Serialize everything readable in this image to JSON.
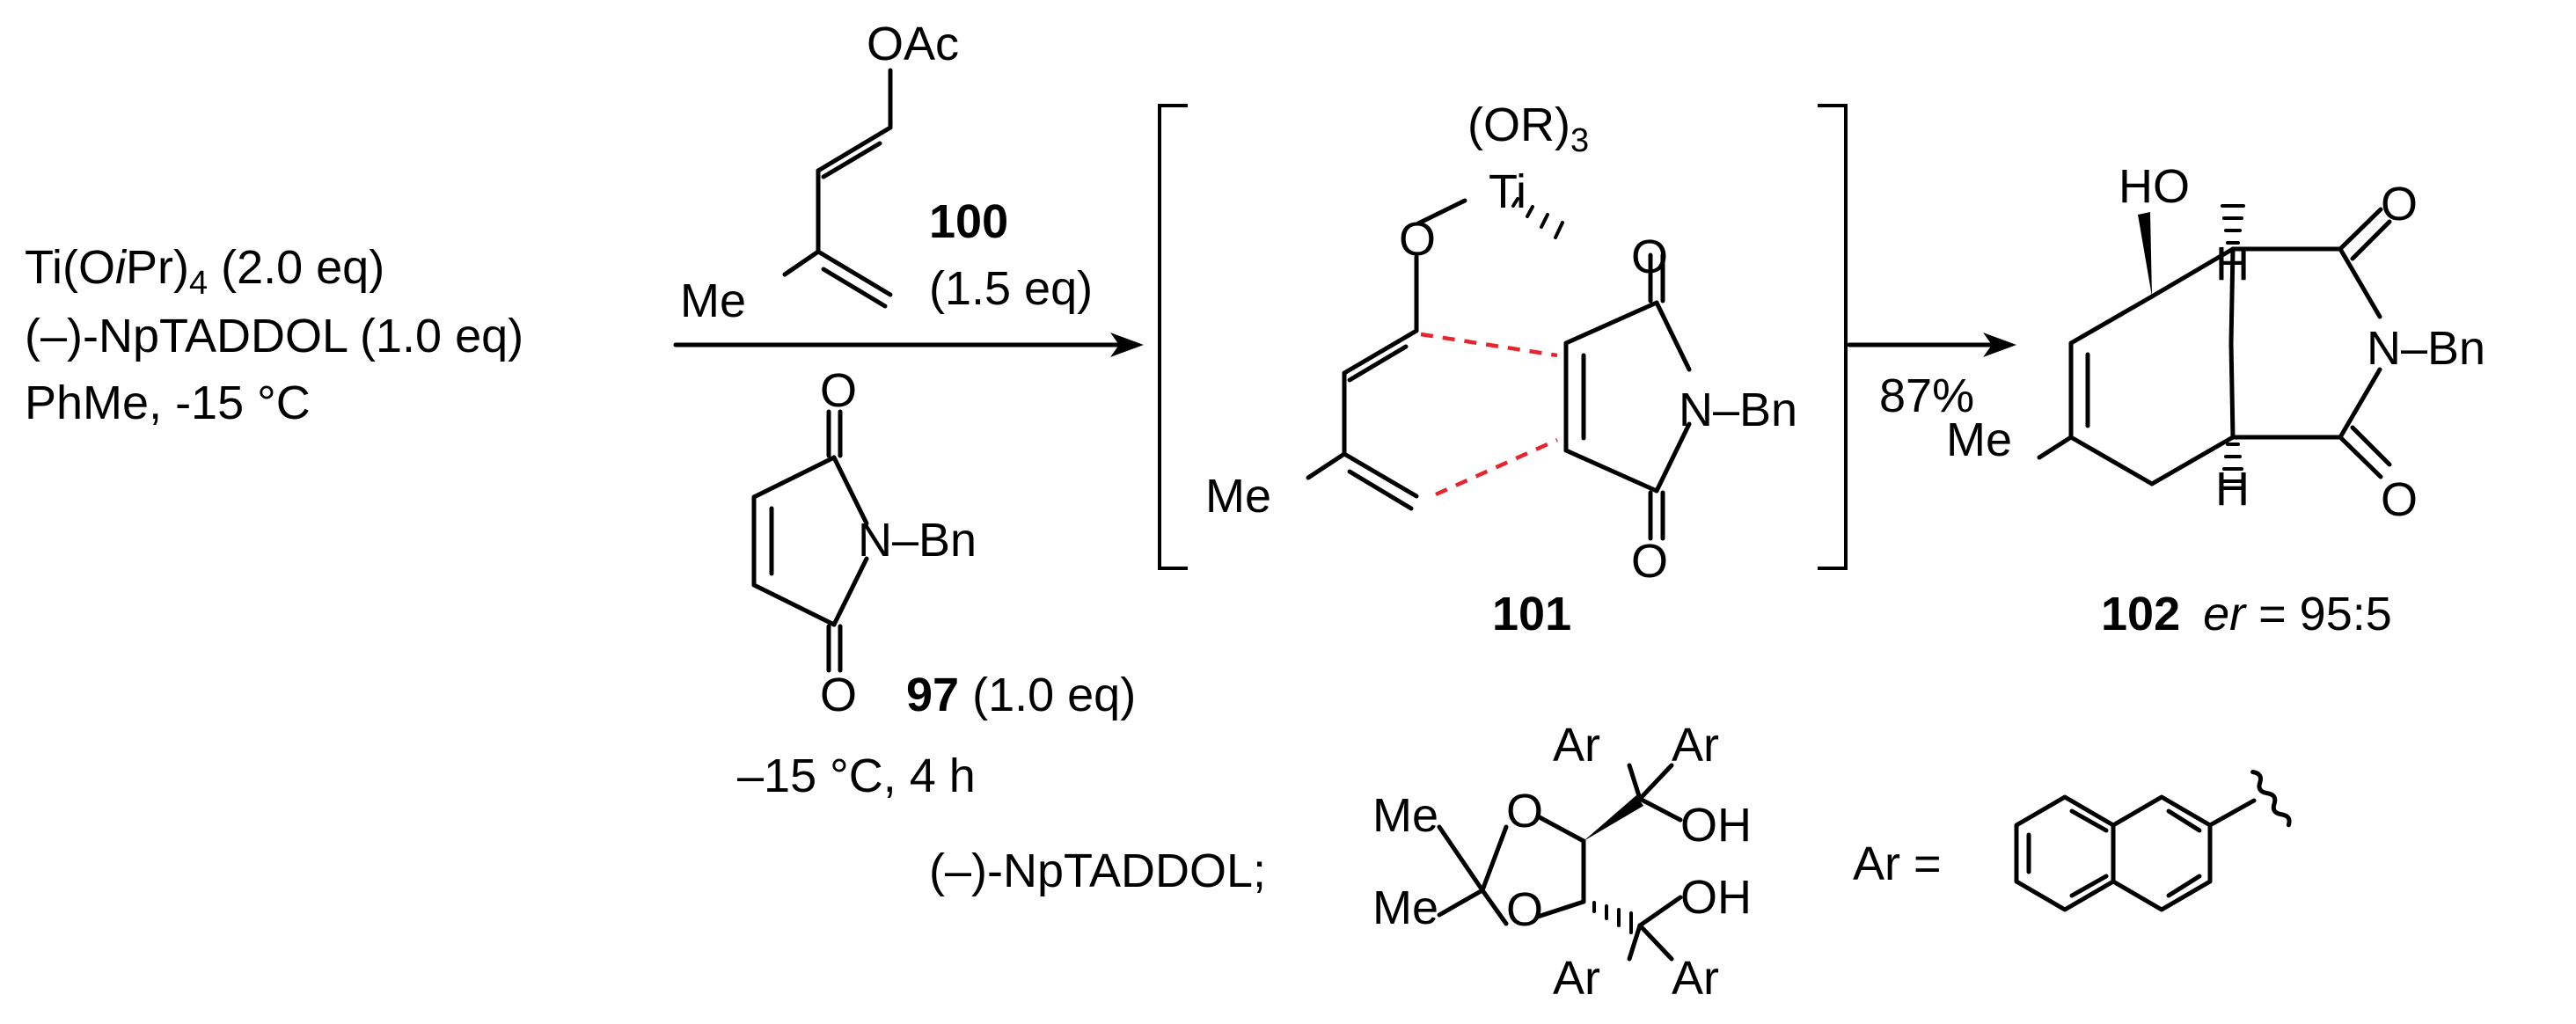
{
  "conditions": {
    "line1_pre": "Ti(O",
    "line1_ital": "i",
    "line1_post": "Pr)",
    "line1_sub": "4",
    "line1_end": " (2.0 eq)",
    "line2": "(–)-NpTADDOL (1.0 eq)",
    "line3": "PhMe, -15 °C"
  },
  "diene_100": {
    "oac": "OAc",
    "me": "Me",
    "id": "100",
    "eq": "(1.5 eq)"
  },
  "maleimide_97": {
    "o_top": "O",
    "n_bn": "N–Bn",
    "o_bottom": "O",
    "id": "97",
    "eq": " (1.0 eq)"
  },
  "time_condition": "–15 °C, 4 h",
  "intermediate_101": {
    "or3": "(OR)",
    "or3_sub": "3",
    "ti": "Ti",
    "o_left": "O",
    "o_right": "O",
    "me": "Me",
    "n_bn": "N–Bn",
    "o_bottom": "O",
    "id": "101"
  },
  "yield": "87%",
  "product_102": {
    "ho": "HO",
    "h_top": "H",
    "h_bottom": "H",
    "o_top": "O",
    "o_bottom": "O",
    "n_bn": "N–Bn",
    "me": "Me",
    "id": "102",
    "er_label": "er",
    "er_value": " = 95:5"
  },
  "taddol": {
    "label": "(–)-NpTADDOL;",
    "me1": "Me",
    "me2": "Me",
    "o1": "O",
    "o2": "O",
    "ar1": "Ar",
    "ar2": "Ar",
    "oh1": "OH",
    "oh2": "OH",
    "ar3": "Ar",
    "ar4": "Ar"
  },
  "ar_def": "Ar ="
}
